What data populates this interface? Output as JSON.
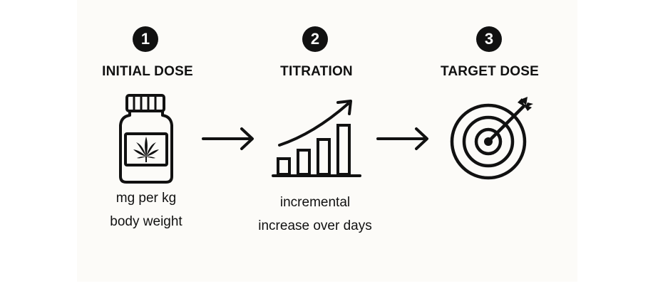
{
  "colors": {
    "ink": "#111111",
    "background": "#fcfbf8",
    "badge_text": "#ffffff"
  },
  "steps": [
    {
      "number": "1",
      "title": "INITIAL DOSE",
      "icon": "cannabis-bottle-icon",
      "caption_lines": [
        "mg per kg",
        "body weight"
      ]
    },
    {
      "number": "2",
      "title": "TITRATION",
      "icon": "growth-bar-chart-icon",
      "caption_lines": [
        "incremental",
        "increase over days"
      ]
    },
    {
      "number": "3",
      "title": "TARGET DOSE",
      "icon": "target-dart-icon",
      "caption_lines": []
    }
  ],
  "connectors": [
    "arrow-right-icon",
    "arrow-right-icon"
  ]
}
